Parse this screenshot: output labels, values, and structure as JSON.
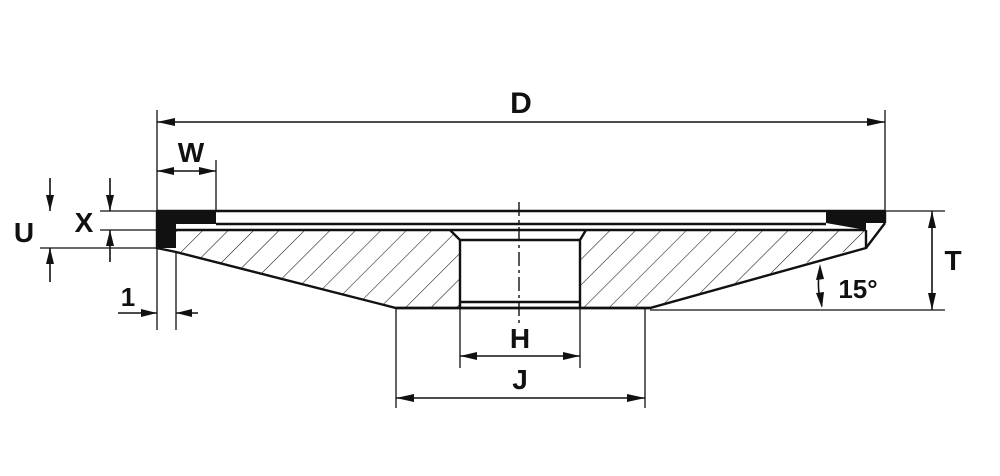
{
  "drawing": {
    "labels": {
      "D": "D",
      "W": "W",
      "X": "X",
      "U": "U",
      "T": "T",
      "H": "H",
      "J": "J",
      "one": "1",
      "angle": "15°"
    },
    "colors": {
      "ink": "#111111",
      "background": "#ffffff"
    }
  }
}
